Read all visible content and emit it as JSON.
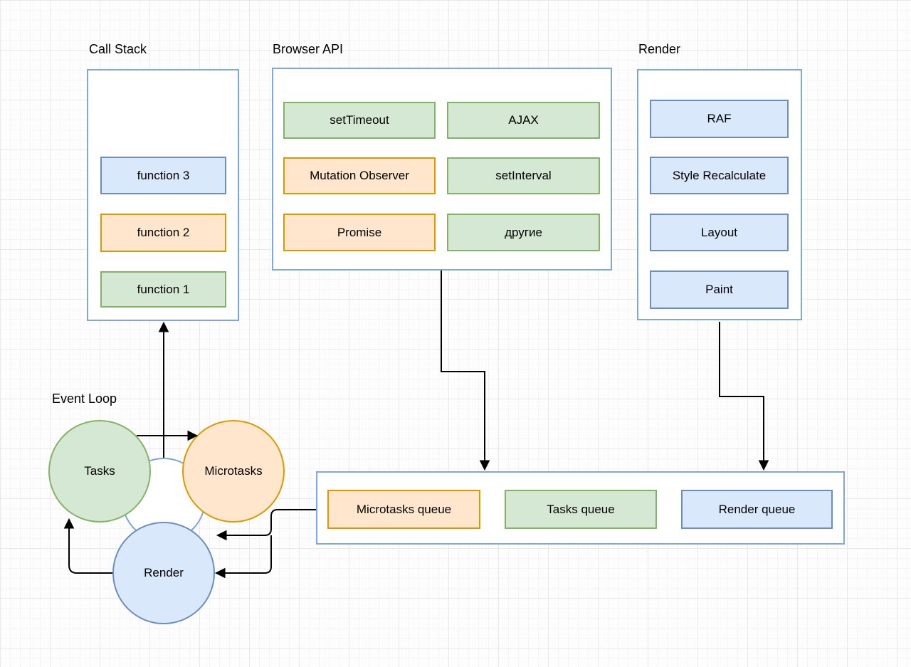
{
  "diagram": {
    "type": "event-loop-architecture",
    "sections": {
      "call_stack": {
        "title": "Call Stack",
        "items": [
          {
            "label": "function 3",
            "color": "blue"
          },
          {
            "label": "function 2",
            "color": "orange"
          },
          {
            "label": "function 1",
            "color": "green"
          }
        ]
      },
      "browser_api": {
        "title": "Browser API",
        "items": [
          {
            "label": "setTimeout",
            "color": "green"
          },
          {
            "label": "AJAX",
            "color": "green"
          },
          {
            "label": "Mutation Observer",
            "color": "orange"
          },
          {
            "label": "setInterval",
            "color": "green"
          },
          {
            "label": "Promise",
            "color": "orange"
          },
          {
            "label": "другие",
            "color": "green"
          }
        ]
      },
      "render": {
        "title": "Render",
        "items": [
          {
            "label": "RAF",
            "color": "blue"
          },
          {
            "label": "Style Recalculate",
            "color": "blue"
          },
          {
            "label": "Layout",
            "color": "blue"
          },
          {
            "label": "Paint",
            "color": "blue"
          }
        ]
      },
      "event_loop": {
        "title": "Event Loop",
        "circles": [
          {
            "label": "Tasks",
            "color": "green"
          },
          {
            "label": "Microtasks",
            "color": "orange"
          },
          {
            "label": "Render",
            "color": "blue"
          }
        ]
      },
      "queues": {
        "items": [
          {
            "label": "Microtasks queue",
            "color": "orange"
          },
          {
            "label": "Tasks queue",
            "color": "green"
          },
          {
            "label": "Render queue",
            "color": "blue"
          }
        ]
      }
    },
    "edges": [
      {
        "from": "event-loop-center",
        "to": "call-stack"
      },
      {
        "from": "tasks-circle",
        "to": "microtasks-circle"
      },
      {
        "from": "render-circle",
        "to": "tasks-circle"
      },
      {
        "from": "browser-api",
        "to": "queues-box"
      },
      {
        "from": "render-box",
        "to": "queues-box"
      },
      {
        "from": "queues-box",
        "to": "event-loop-center"
      },
      {
        "from": "queues-box",
        "to": "render-circle"
      }
    ],
    "colors": {
      "green_fill": "#d5e8d4",
      "green_stroke": "#82b366",
      "orange_fill": "#ffe6cc",
      "orange_stroke": "#d79b00",
      "blue_fill": "#dae8fc",
      "blue_stroke": "#6c8ebf",
      "container_stroke": "#7ea6e0",
      "edge_stroke": "#000000"
    }
  }
}
